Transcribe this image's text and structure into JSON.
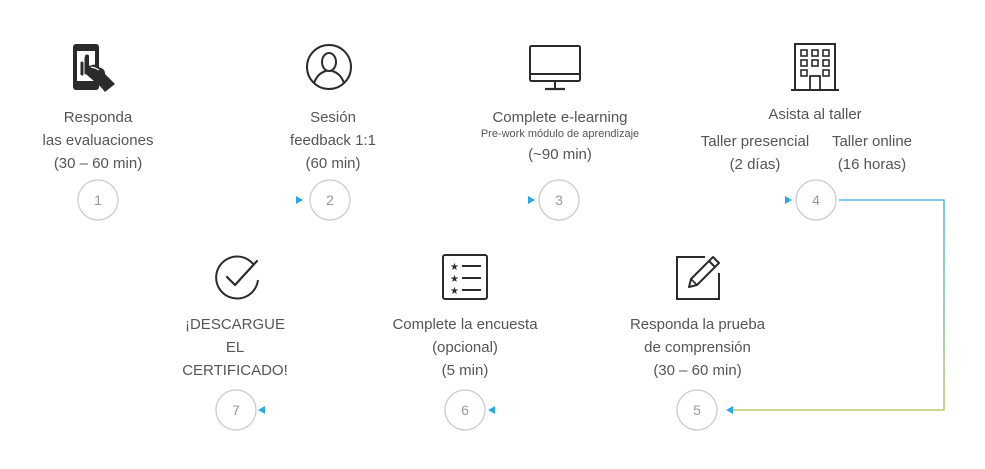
{
  "steps": [
    {
      "number": "1",
      "lines": [
        "Responda",
        "las evaluaciones",
        "(30 – 60 min)"
      ],
      "icon": "phone-touch-icon"
    },
    {
      "number": "2",
      "lines": [
        "Sesión",
        "feedback 1:1",
        "(60 min)"
      ],
      "icon": "user-circle-icon"
    },
    {
      "number": "3",
      "title": "Complete e-learning",
      "subtitle": "Pre-work módulo de aprendizaje",
      "duration": "(~90 min)",
      "icon": "monitor-icon"
    },
    {
      "number": "4",
      "title": "Asista al taller",
      "options": [
        {
          "name": "Taller presencial",
          "duration": "(2 días)"
        },
        {
          "name": "Taller online",
          "duration": "(16 horas)"
        }
      ],
      "icon": "building-icon"
    },
    {
      "number": "5",
      "lines": [
        "Responda la prueba",
        "de comprensión",
        "(30 – 60 min)"
      ],
      "icon": "edit-icon"
    },
    {
      "number": "6",
      "lines": [
        "Complete la encuesta",
        "(opcional)",
        "(5 min)"
      ],
      "icon": "checklist-icon"
    },
    {
      "number": "7",
      "lines": [
        "¡DESCARGUE",
        "EL",
        "CERTIFICADO!"
      ],
      "icon": "check-circle-icon"
    }
  ],
  "colors": {
    "green": "#a4c54a",
    "blue": "#29abe2",
    "circle": "#cccccc",
    "icon": "#2b2b2b",
    "text": "#555555"
  }
}
